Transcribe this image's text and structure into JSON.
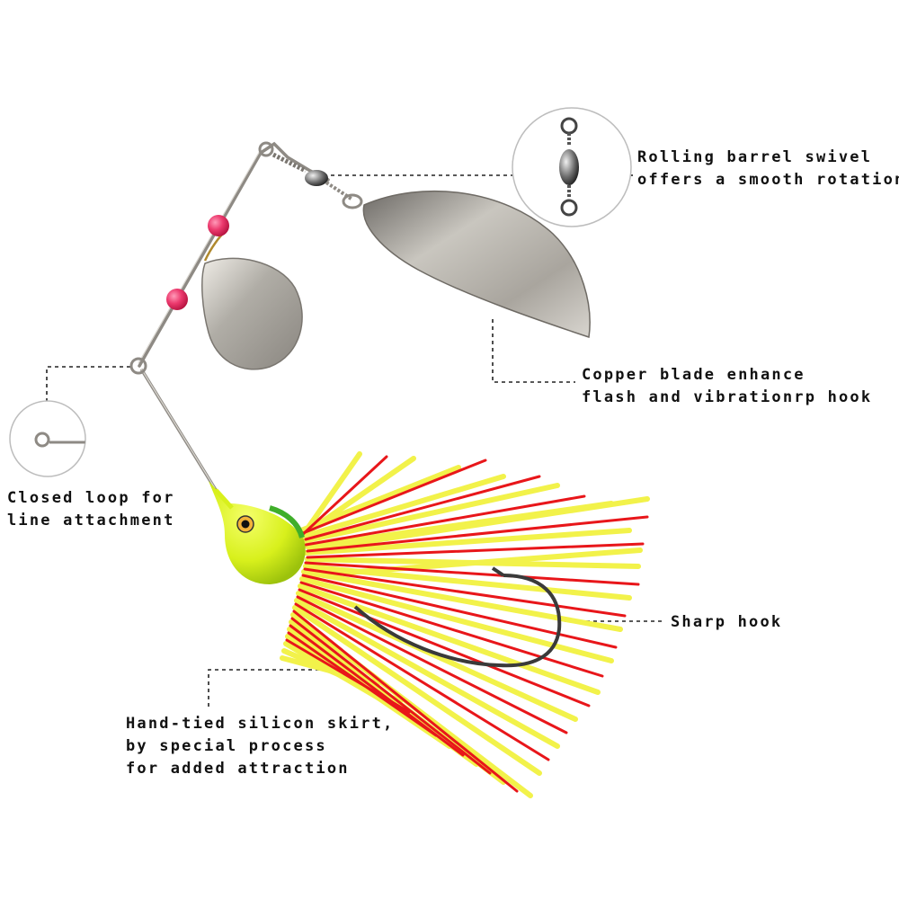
{
  "callouts": {
    "swivel": {
      "lines": [
        "Rolling barrel swivel",
        "offers a smooth rotation"
      ]
    },
    "blade": {
      "lines": [
        "Copper blade enhance",
        "flash and vibrationrp hook"
      ]
    },
    "loop": {
      "lines": [
        "Closed loop for",
        "line attachment"
      ]
    },
    "hook": {
      "lines": [
        "Sharp hook"
      ]
    },
    "skirt": {
      "lines": [
        "Hand-tied silicon skirt,",
        "by special process",
        "for added attraction"
      ]
    }
  },
  "colors": {
    "skirt_yellow": "#f2f24a",
    "skirt_red": "#e8161a",
    "blade_silver": "#b7b4ad",
    "bead_pink": "#e8356a",
    "head_chartreuse": "#d8f01c"
  }
}
